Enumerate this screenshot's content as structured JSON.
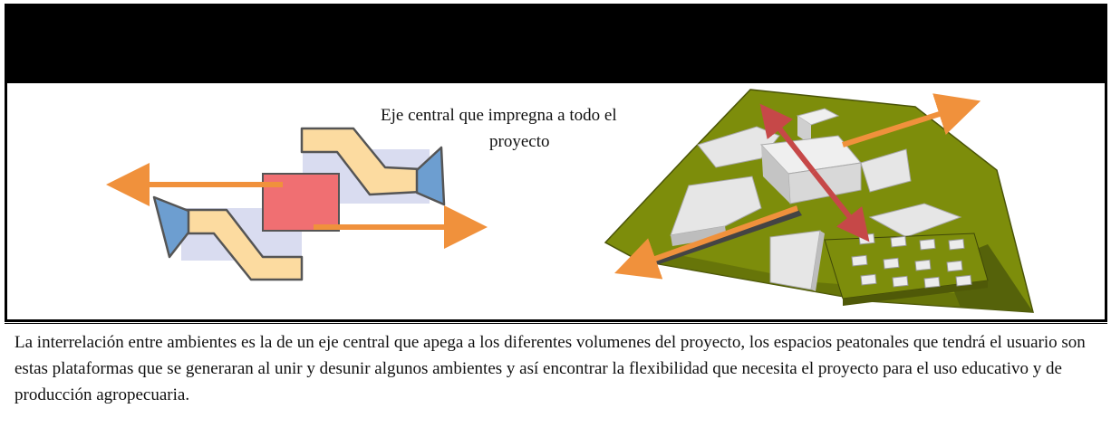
{
  "diagram": {
    "caption_line1": "Eje central que impregna a todo el",
    "caption_line2": "proyecto",
    "description": "La interrelación entre ambientes es la de un eje central que apega a los diferentes volumenes del proyecto, los espacios peatonales que tendrá el usuario son estas plataformas que se generaran al unir y desunir algunos ambientes y así encontrar la flexibilidad que necesita el proyecto para el uso educativo y de producción agropecuaria."
  },
  "colors": {
    "header": "#000000",
    "central_block": "#f06f72",
    "corridor": "#fcdba0",
    "endcap": "#6d9ed0",
    "backdrop": "#d9dcf0",
    "arrow_orange": "#f0913c",
    "arrow_red": "#c64848",
    "terrain": "#7d8d0b",
    "building": "#e6e6e6"
  }
}
